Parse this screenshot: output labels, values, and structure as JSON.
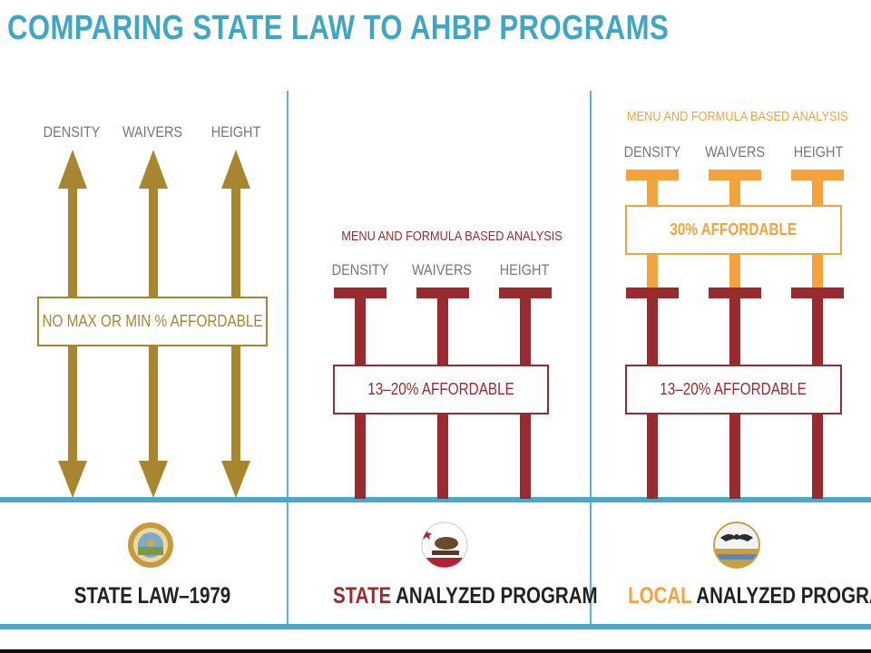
{
  "title": "COMPARING STATE LAW TO AHBP PROGRAMS",
  "colors": {
    "teal": "#3fa6c3",
    "gold": "#a8862e",
    "maroon": "#9a2a2e",
    "orange": "#f5a23c",
    "gray_label": "#777777"
  },
  "arrow_labels": [
    "DENSITY",
    "WAIVERS",
    "HEIGHT"
  ],
  "state_law": {
    "box": "NO MAX OR MIN % AFFORDABLE",
    "footer": "STATE LAW–1979",
    "seal_icon": "great-seal-of-california-icon"
  },
  "state_program": {
    "menu_label": "MENU AND FORMULA BASED ANALYSIS",
    "box": "13–20% AFFORDABLE",
    "footer_highlight": "STATE",
    "footer_rest": " ANALYZED PROGRAM",
    "seal_icon": "california-republic-flag-icon"
  },
  "local_program": {
    "menu_label": "MENU AND FORMULA BASED ANALYSIS",
    "box_top": "30% AFFORDABLE",
    "box_bottom": "13–20% AFFORDABLE",
    "footer_highlight": "LOCAL",
    "footer_rest": " ANALYZED PROGRAM",
    "seal_icon": "los-angeles-seal-icon"
  }
}
